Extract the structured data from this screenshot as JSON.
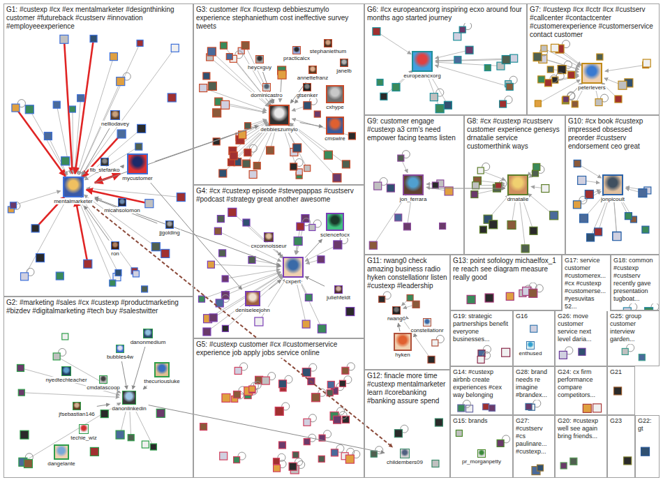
{
  "diagram": {
    "nodes": [
      {
        "text": [
          "G1: #custexp #cx #ex mentalmarketer #designthinking customer #futureback #custserv #innovation #employeeexperience"
        ]
      },
      {
        "text": [
          "G2: #marketing #sales #cx #custexp #productmarketing #bizdev #digitalmarketing #tech buy #salestwitter"
        ]
      },
      {
        "text": [
          "G3: customer #cx #custexp debbieszumylo experience stephaniethum cost ineffective survey tweets"
        ]
      },
      {
        "text": [
          "G4: #cx #custexp episode #stevepappas #custserv #podcast #strategy great another awesome"
        ]
      },
      {
        "text": [
          "G5: #custexp customer #cx #customerservice experience job apply jobs service online"
        ]
      },
      {
        "text": [
          "G6: #cx europeancxorg inspiring ecxo around four months ago started journey"
        ]
      },
      {
        "text": [
          "G7: #custexp #cx #cctr #cx #custserv #callcenter #contactcenter #customerexperience #customerservice contact customer"
        ]
      },
      {
        "text": [
          "G8: #cx #custexp #custserv customer experience genesys drnatalie service customerthink ways"
        ]
      },
      {
        "text": [
          "G9: customer engage #custexp a3 crm's need empower facing teams listen"
        ]
      },
      {
        "text": [
          "G10: #cx book #custexp impressed obsessed preorder #custserv endorsement ceo great"
        ]
      },
      {
        "text": [
          "G11: rwang0 check amazing business radio hyken constellationr listen #custexp #leadership"
        ]
      },
      {
        "text": [
          "G12: finacle more time #custexp mentalmarketer learn #corebanking #banking assure spend"
        ]
      },
      {
        "text": [
          "G13: point sofology michaelfox_1 re reach see diagram measure really good"
        ]
      },
      {
        "text": [
          "G14: #custexp airbnb create experiences #cex way belonging"
        ]
      },
      {
        "text": [
          "G15: brands"
        ]
      },
      {
        "text": [
          "G16"
        ]
      },
      {
        "text": [
          "G17: service customer #customerex... #cx #custexp #customerse... #yesuvitas 52..."
        ]
      },
      {
        "text": [
          "G18: common #custexp #custserv recently gave presentation tugboat..."
        ]
      },
      {
        "text": [
          "G19: strategic partnerships benefit everyone businesses..."
        ]
      },
      {
        "text": [
          "G20: #custexp well see again bring friends..."
        ]
      },
      {
        "text": [
          "G21"
        ]
      },
      {
        "text": [
          "G22: gt"
        ]
      },
      {
        "text": [
          "G23"
        ]
      },
      {
        "text": [
          "G24: cx firm performance compare competitors..."
        ]
      },
      {
        "text": [
          "G25: group customer interview garden..."
        ]
      },
      {
        "text": [
          "G26: move customer service next level daria..."
        ]
      },
      {
        "text": [
          "G27: #custserv #cs paulinare... #custexp..."
        ]
      },
      {
        "text": [
          "G28: brand needs re imagine #brandex..."
        ]
      },
      {
        "text": [
          "mentalmarketer"
        ],
        "in": 0
      },
      {
        "text": [
          "mycustomer"
        ],
        "in": 0
      },
      {
        "text": [
          "fib_stefanko"
        ],
        "in": 0
      },
      {
        "text": [
          "nelliodavey"
        ],
        "in": 0
      },
      {
        "text": [
          "micahsolomon"
        ],
        "in": 0
      },
      {
        "text": [
          "jjgolding"
        ],
        "in": 0
      },
      {
        "text": [
          "ron"
        ],
        "in": 0
      },
      {
        "text": [
          "danonmedium"
        ],
        "in": 1
      },
      {
        "text": [
          "bubbles4w"
        ],
        "in": 1
      },
      {
        "text": [
          "nyedtechteacher"
        ],
        "in": 1
      },
      {
        "text": [
          "cmdatascoop"
        ],
        "in": 1
      },
      {
        "text": [
          "thecuriousluke"
        ],
        "in": 1
      },
      {
        "text": [
          "danonlinkedin"
        ],
        "in": 1
      },
      {
        "text": [
          "jfsebastian146"
        ],
        "in": 1
      },
      {
        "text": [
          "techie_wiz"
        ],
        "in": 1
      },
      {
        "text": [
          "dangelante"
        ],
        "in": 1
      },
      {
        "text": [
          "practicalcx"
        ],
        "in": 2
      },
      {
        "text": [
          "stephaniethum"
        ],
        "in": 2
      },
      {
        "text": [
          "heycxguy"
        ],
        "in": 2
      },
      {
        "text": [
          "annettefranz"
        ],
        "in": 2
      },
      {
        "text": [
          "janelb"
        ],
        "in": 2
      },
      {
        "text": [
          "cxhype"
        ],
        "in": 2
      },
      {
        "text": [
          "dominicastro"
        ],
        "in": 2
      },
      {
        "text": [
          "gtsenker"
        ],
        "in": 2
      },
      {
        "text": [
          "debbieszumylo"
        ],
        "in": 2
      },
      {
        "text": [
          "cmswire"
        ],
        "in": 2
      },
      {
        "text": [
          "sciencefocx"
        ],
        "in": 3
      },
      {
        "text": [
          "cxconnoisseur"
        ],
        "in": 3
      },
      {
        "text": [
          "cxpert"
        ],
        "in": 3
      },
      {
        "text": [
          "juliehfeldt"
        ],
        "in": 3
      },
      {
        "text": [
          "deniseleejohn"
        ],
        "in": 3
      },
      {
        "text": [
          "europeancxorg"
        ],
        "in": 5
      },
      {
        "text": [
          "peterlevers"
        ],
        "in": 6
      },
      {
        "text": [
          "drnatalie"
        ],
        "in": 7
      },
      {
        "text": [
          "jon_ferrara"
        ],
        "in": 8
      },
      {
        "text": [
          "jonpicoult"
        ],
        "in": 9
      },
      {
        "text": [
          "rwang0"
        ],
        "in": 10
      },
      {
        "text": [
          "constellationr"
        ],
        "in": 10
      },
      {
        "text": [
          "hyken"
        ],
        "in": 10
      },
      {
        "text": [
          "childembers09"
        ],
        "in": 11
      },
      {
        "text": [
          "pr_morganpetty"
        ],
        "in": 14
      },
      {
        "text": [
          "enthused"
        ],
        "in": 15
      }
    ],
    "edges": [
      {
        "from": 28,
        "to": 29,
        "arrow": "both"
      },
      {
        "from": 31,
        "to": 28,
        "arrow": "to"
      },
      {
        "from": 32,
        "to": 28,
        "arrow": "to"
      },
      {
        "from": 33,
        "to": 28,
        "arrow": "to"
      },
      {
        "from": 34,
        "to": 28,
        "arrow": "to"
      },
      {
        "from": 30,
        "to": 29,
        "arrow": "to"
      },
      {
        "from": 28,
        "to": 67,
        "arrow": "to"
      },
      {
        "from": 28,
        "to": 52,
        "arrow": "to"
      },
      {
        "from": 28,
        "to": 56,
        "arrow": "to"
      },
      {
        "from": 29,
        "to": 52,
        "arrow": "to"
      },
      {
        "from": 56,
        "to": 54,
        "arrow": "to"
      },
      {
        "from": 55,
        "to": 56,
        "arrow": "to"
      },
      {
        "from": 58,
        "to": 56,
        "arrow": "to"
      },
      {
        "from": 57,
        "to": 56,
        "arrow": "to"
      },
      {
        "from": 50,
        "to": 52,
        "arrow": "to"
      },
      {
        "from": 51,
        "to": 52,
        "arrow": "to"
      },
      {
        "from": 52,
        "to": 53,
        "arrow": "to"
      },
      {
        "from": 46,
        "to": 52,
        "arrow": "to"
      },
      {
        "from": 47,
        "to": 52,
        "arrow": "to"
      },
      {
        "from": 64,
        "to": 65,
        "arrow": "to"
      },
      {
        "from": 66,
        "to": 64,
        "arrow": "to"
      },
      {
        "from": 65,
        "to": 66,
        "arrow": "to"
      },
      {
        "from": 35,
        "to": 40,
        "arrow": "to"
      },
      {
        "from": 36,
        "to": 40,
        "arrow": "to"
      },
      {
        "from": 39,
        "to": 40,
        "arrow": "to"
      },
      {
        "from": 41,
        "to": 40,
        "arrow": "to"
      },
      {
        "from": 40,
        "to": 67,
        "arrow": "to"
      },
      {
        "from": 62,
        "to": 61,
        "arrow": "to"
      },
      {
        "from": 29,
        "to": 58,
        "arrow": "to"
      }
    ]
  }
}
